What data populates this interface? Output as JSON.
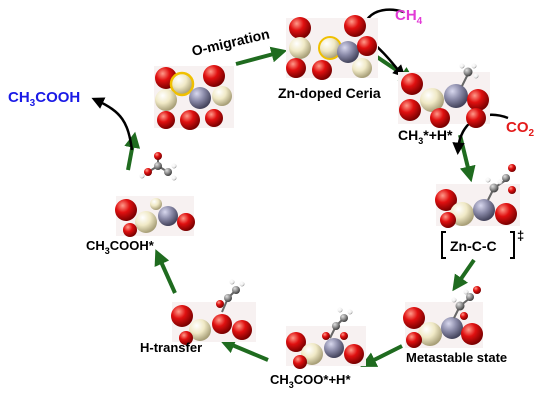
{
  "colors": {
    "cycle_arrow": "#1f6b1f",
    "side_arrow": "#000000",
    "ch4": "#e23ad6",
    "co2": "#e31b1b",
    "product": "#1a1ae6",
    "oxygen_atom": "#e01010",
    "cerium_atom": "#f2eccc",
    "zinc_atom": "#8a8aa8",
    "carbon_atom": "#8c8c8c",
    "hydrogen_atom": "#ffffff",
    "vacancy_ring": "#f0c000"
  },
  "labels": {
    "zn_doped_ceria": "Zn-doped Ceria",
    "o_migration": "O-migration",
    "ch4_main": "CH",
    "ch4_sub": "4",
    "co2_main": "CO",
    "co2_sub": "2",
    "ch3h_a": "CH",
    "ch3h_b": "3",
    "ch3h_c": "*+H*",
    "znc_c": "Zn-C-C",
    "ts_mark": "‡",
    "metastable": "Metastable state",
    "ch3coo_a": "CH",
    "ch3coo_b": "3",
    "ch3coo_c": "COO*+H*",
    "h_transfer": "H-transfer",
    "ch3cooh_star_a": "CH",
    "ch3cooh_star_b": "3",
    "ch3cooh_star_c": "COOH*",
    "product_a": "CH",
    "product_b": "3",
    "product_c": "COOH"
  },
  "icons": {
    "structure": "atomic-slab-icon",
    "molecule": "ball-stick-molecule-icon"
  }
}
